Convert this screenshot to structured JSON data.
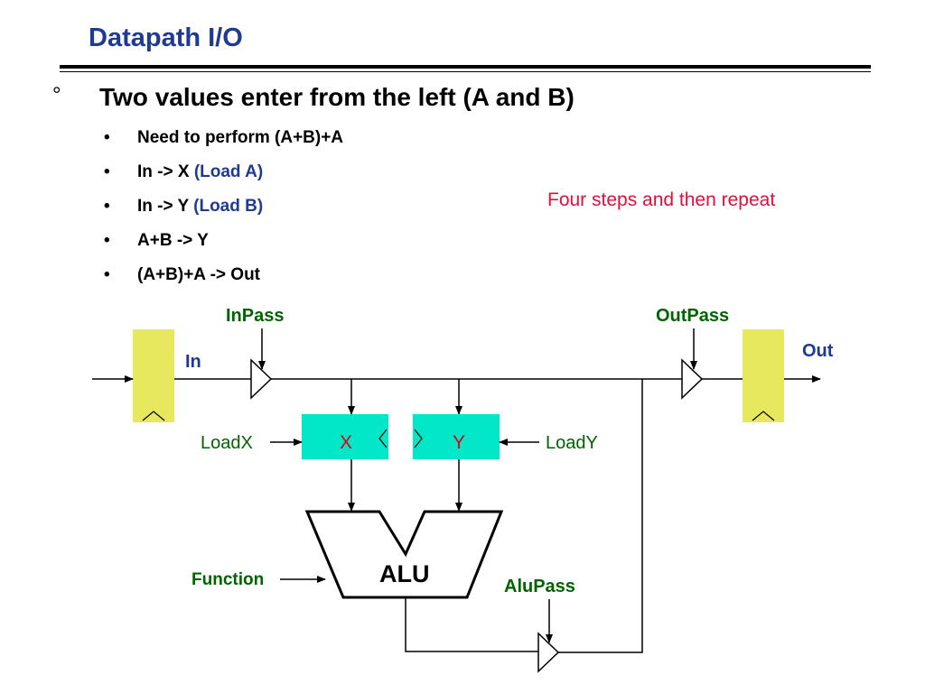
{
  "title": "Datapath I/O",
  "main_bullet": {
    "symbol": "°",
    "text": "Two values enter from the left (A and B)"
  },
  "sub_bullets": [
    {
      "text": "Need to perform (A+B)+A",
      "paren": ""
    },
    {
      "text": "In -> X ",
      "paren": "(Load A)"
    },
    {
      "text": "In -> Y ",
      "paren": "(Load B)"
    },
    {
      "text": "A+B -> Y",
      "paren": ""
    },
    {
      "text": "(A+B)+A -> Out",
      "paren": ""
    }
  ],
  "note": "Four steps and then repeat",
  "diagram": {
    "labels": {
      "in_pass": "InPass",
      "out_pass": "OutPass",
      "in": "In",
      "out": "Out",
      "load_x": "LoadX",
      "load_y": "LoadY",
      "reg_x": "X",
      "reg_y": "Y",
      "alu": "ALU",
      "function": "Function",
      "alu_pass": "AluPass"
    },
    "colors": {
      "register_fill": "#e8e85f",
      "xy_fill": "#00e8c8",
      "label_green": "#006400",
      "label_blue": "#1f3a93",
      "xy_text": "#e0001a"
    }
  }
}
